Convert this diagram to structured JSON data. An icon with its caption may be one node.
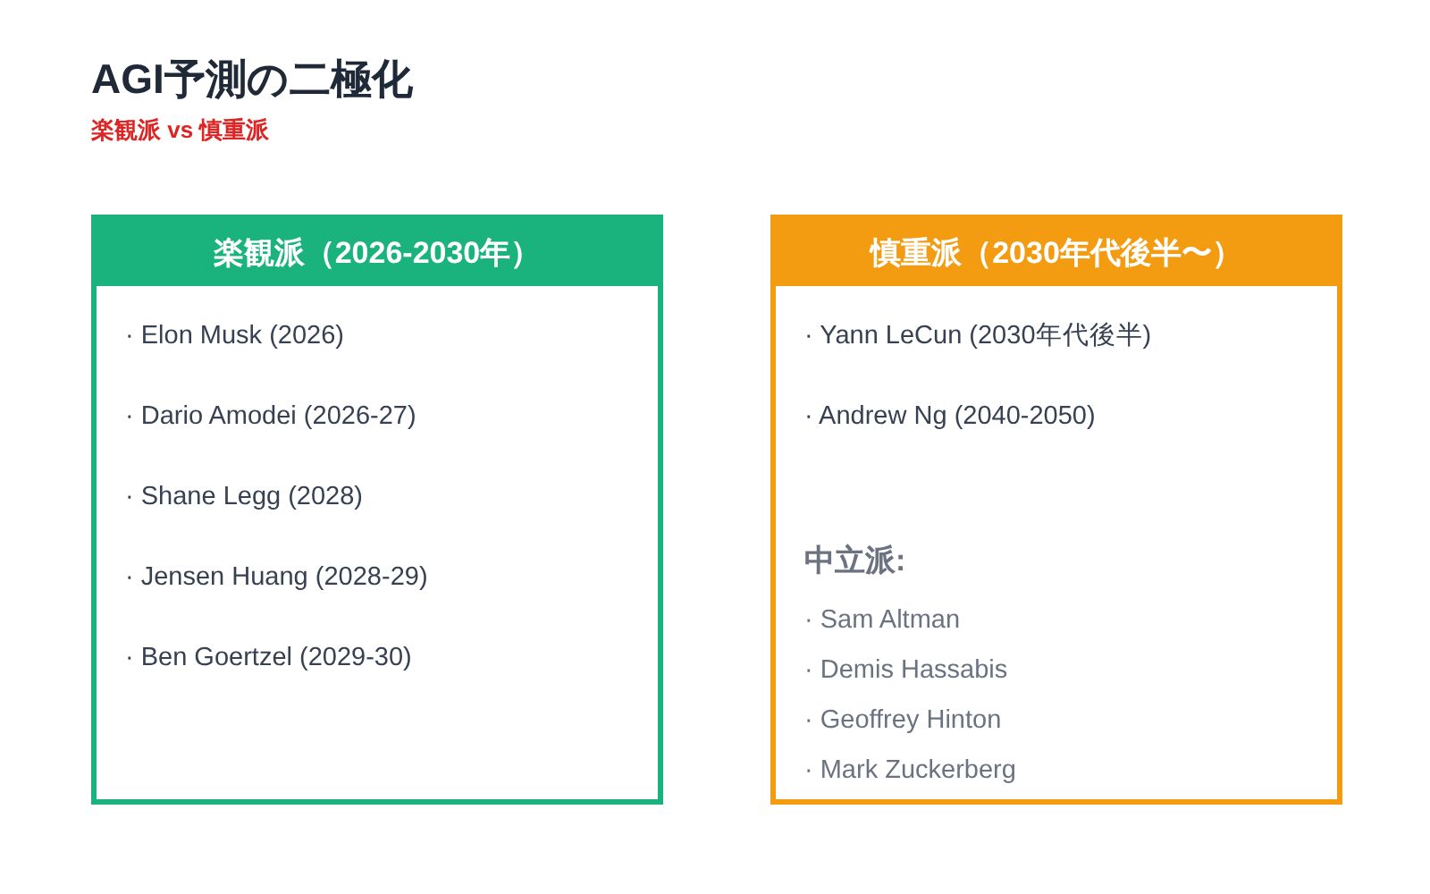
{
  "diagram": {
    "title": "AGI予測の二極化",
    "nodes": [
      {
        "text": [
          "楽観派（2026-2030年）",
          "· Elon Musk (2026)",
          "· Dario Amodei (2026-27)",
          "· Shane Legg (2028)",
          "· Jensen Huang (2028-29)",
          "· Ben Goertzel (2029-30)"
        ]
      },
      {
        "text": [
          "慎重派（2030年代後半〜）",
          "· Yann LeCun (2030年代後半)",
          "· Andrew Ng (2040-2050)",
          "中立派:",
          "· Sam Altman",
          "· Demis Hassabis",
          "· Geoffrey Hinton",
          "· Mark Zuckerberg"
        ]
      }
    ],
    "labels": [
      "楽観派 vs 慎重派"
    ]
  }
}
